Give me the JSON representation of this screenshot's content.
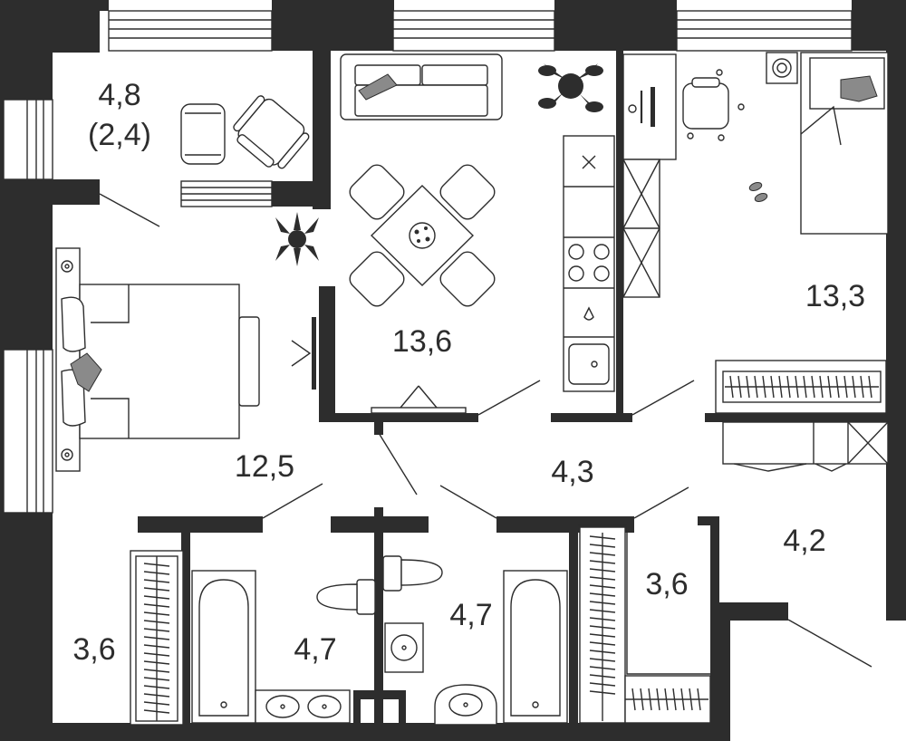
{
  "rooms": [
    {
      "id": "balcony",
      "area": "4,8",
      "sub": "(2,4)"
    },
    {
      "id": "kitchen-living",
      "area": "13,6"
    },
    {
      "id": "bedroom-2",
      "area": "13,3"
    },
    {
      "id": "bedroom-1",
      "area": "12,5"
    },
    {
      "id": "corridor",
      "area": "4,3"
    },
    {
      "id": "hall",
      "area": "4,2"
    },
    {
      "id": "wardrobe-left",
      "area": "3,6"
    },
    {
      "id": "bathroom-1",
      "area": "4,7"
    },
    {
      "id": "bathroom-2",
      "area": "4,7"
    },
    {
      "id": "wardrobe-right",
      "area": "3,6"
    }
  ],
  "colors": {
    "wall": "#2d2d2d",
    "accent": "#8a8a8a",
    "background": "#ffffff"
  }
}
